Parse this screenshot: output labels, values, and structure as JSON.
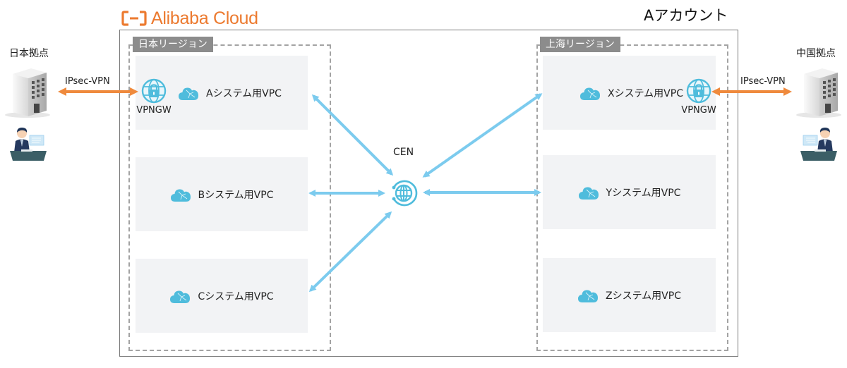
{
  "brand": {
    "logo_text": "Alibaba Cloud",
    "logo_color": "#ec7a2f"
  },
  "account": {
    "title": "Aアカウント"
  },
  "regions": {
    "left": {
      "label": "日本リージョン",
      "vpcs": [
        {
          "label": "Aシステム用VPC",
          "has_vpn_gateway": true
        },
        {
          "label": "Bシステム用VPC",
          "has_vpn_gateway": false
        },
        {
          "label": "Cシステム用VPC",
          "has_vpn_gateway": false
        }
      ]
    },
    "right": {
      "label": "上海リージョン",
      "vpcs": [
        {
          "label": "Xシステム用VPC",
          "has_vpn_gateway": true
        },
        {
          "label": "Yシステム用VPC",
          "has_vpn_gateway": false
        },
        {
          "label": "Zシステム用VPC",
          "has_vpn_gateway": false
        }
      ]
    }
  },
  "vpn_gateway": {
    "label": "VPNGW"
  },
  "cen": {
    "label": "CEN"
  },
  "sites": {
    "left": {
      "label": "日本拠点",
      "link_label": "IPsec-VPN"
    },
    "right": {
      "label": "中国拠点",
      "link_label": "IPsec-VPN"
    }
  },
  "colors": {
    "cen_arrow": "#7ccbee",
    "vpn_arrow": "#ef8a3d",
    "icon_blue": "#4fbcdc",
    "vpc_bg": "#f2f3f5",
    "region_tag_bg": "#8c8c8c"
  }
}
